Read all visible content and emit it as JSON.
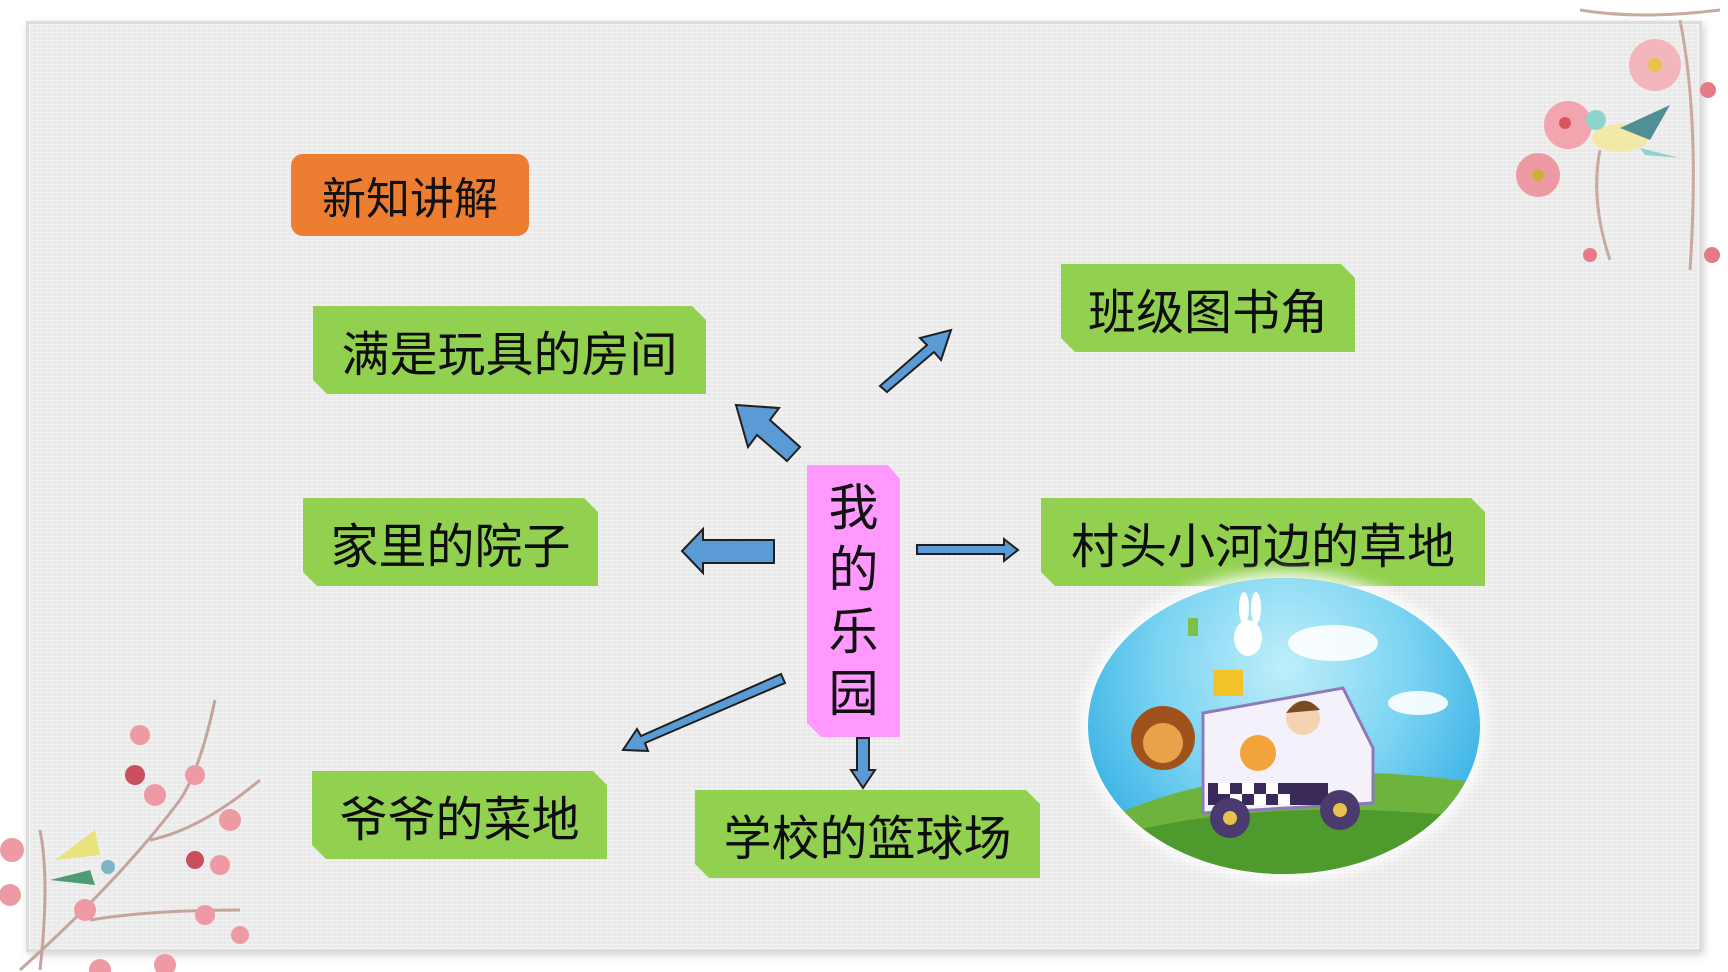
{
  "slide": {
    "section_tag": "新知讲解",
    "center_topic": {
      "chars": [
        "我",
        "的",
        "乐",
        "园"
      ],
      "full_text": "我的乐园"
    },
    "branches": [
      {
        "label": "满是玩具的房间",
        "position": "upper-left"
      },
      {
        "label": "班级图书角",
        "position": "upper-right"
      },
      {
        "label": "家里的院子",
        "position": "left"
      },
      {
        "label": "村头小河边的草地",
        "position": "right"
      },
      {
        "label": "爷爷的菜地",
        "position": "lower-left"
      },
      {
        "label": "学校的篮球场",
        "position": "bottom"
      }
    ],
    "illustration": "cartoon-kids-car-with-animals",
    "decorations": [
      "plum-blossom-branch-top-right",
      "hummingbird",
      "plum-blossom-branch-bottom-left",
      "small-bird"
    ]
  },
  "colors": {
    "tag_bg": "#ed7d31",
    "branch_bg": "#92d050",
    "center_bg": "#ff99ff",
    "arrow_fill": "#5b9bd5",
    "arrow_stroke": "#1f1f1f",
    "paper_bg": "#ececec"
  }
}
